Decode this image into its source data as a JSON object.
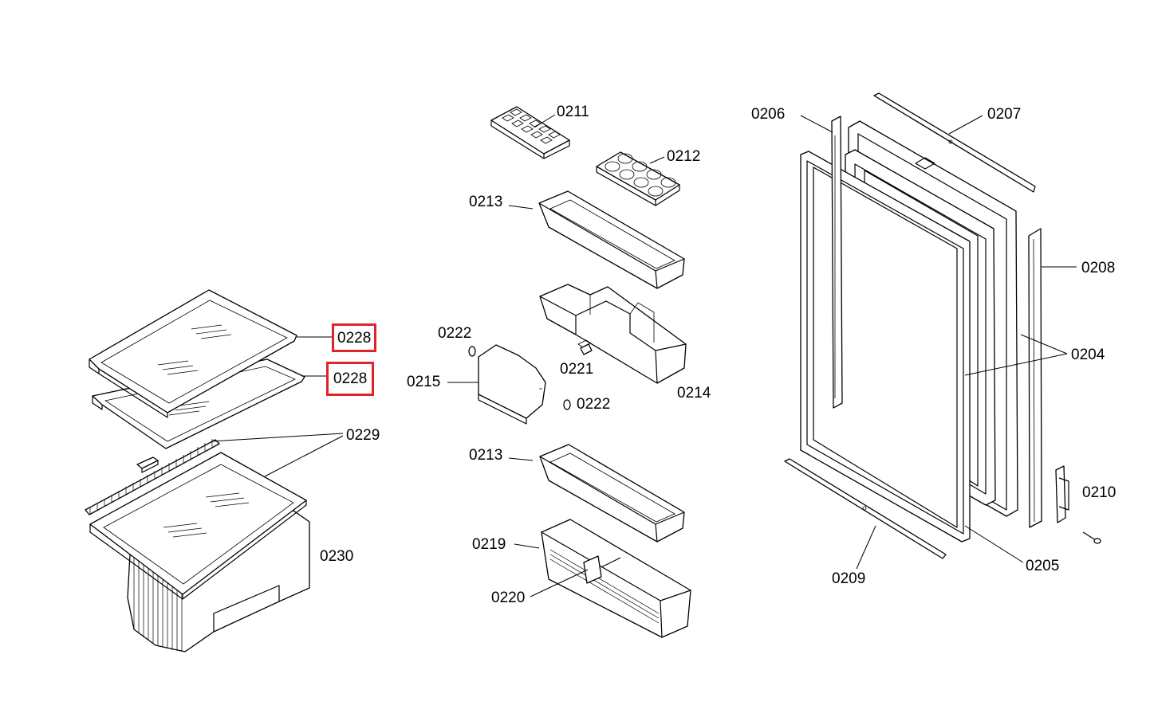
{
  "labels": {
    "l0211": "0211",
    "l0212": "0212",
    "l0213a": "0213",
    "l0213b": "0213",
    "l0214": "0214",
    "l0215": "0215",
    "l0219": "0219",
    "l0220": "0220",
    "l0221": "0221",
    "l0222a": "0222",
    "l0222b": "0222",
    "l0204": "0204",
    "l0205": "0205",
    "l0206": "0206",
    "l0207": "0207",
    "l0208": "0208",
    "l0209": "0209",
    "l0210": "0210",
    "l0228a": "0228",
    "l0228b": "0228",
    "l0229": "0229",
    "l0230": "0230"
  },
  "highlight_color": "#e0232a"
}
